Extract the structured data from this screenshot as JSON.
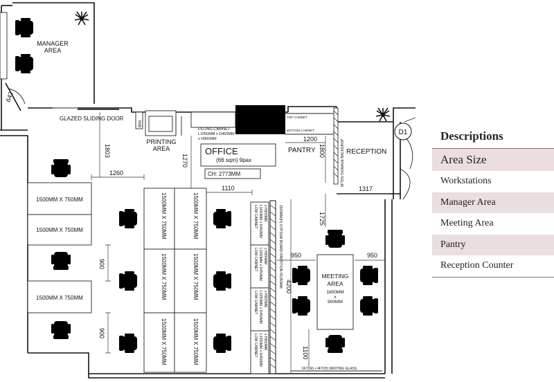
{
  "legend": {
    "title": "Descriptions",
    "items": [
      "Area Size",
      "Workstations",
      "Manager Area",
      "Meeting Area",
      "Pantry",
      "Reception Counter"
    ]
  },
  "plan": {
    "rooms": {
      "manager_line1": "MANAGER",
      "manager_line2": "AREA",
      "glazed_door": "GLAZED SLIDING DOOR",
      "bin": "BIN",
      "printing_line1": "PRINTING",
      "printing_line2": "AREA",
      "filling_cabinet_line1": "FILLING CABINET",
      "filling_cabinet_line2": "L1050MM x D450MM",
      "filling_cabinet_line3": "x H900MM",
      "top_cabinet": "TOP CABINET",
      "bottom_cabinet": "BOTTOM CABINET",
      "pantry": "PANTRY",
      "reception": "RECEPTION",
      "signage": "8FT(H) SIGNAGE BACKDROP",
      "door_tag": "D1",
      "office_title": "OFFICE",
      "office_sub": "(66 sqm) 9pax",
      "ceiling": "CH: 2773MM",
      "meeting_line1": "MEETING",
      "meeting_line2": "AREA",
      "meeting_line3": "1800MM",
      "meeting_line4": "x",
      "meeting_line5": "900MM",
      "partition": "1500MM(H) GYPSUM BOARD PARTITION H1050MM",
      "writing_glass": "6FT(W) x 4FT(H) WRITING GLASS"
    },
    "desk_label": "1500MM X 750MM",
    "low_cabinet_line1": "LOW CABINET",
    "low_cabinet_line2": "L1050MM x D450MM",
    "low_cabinet_line3": "x H900MM",
    "dimensions": {
      "d642": "642",
      "d1803": "1803",
      "d1260": "1260",
      "d1270": "1270",
      "d1110": "1110",
      "d1200": "1200",
      "d1800": "1800",
      "d1317": "1317",
      "d1725": "1725",
      "d950a": "950",
      "d950b": "950",
      "d4200": "4200",
      "d900a": "900",
      "d900b": "900",
      "d1100": "1100"
    }
  }
}
